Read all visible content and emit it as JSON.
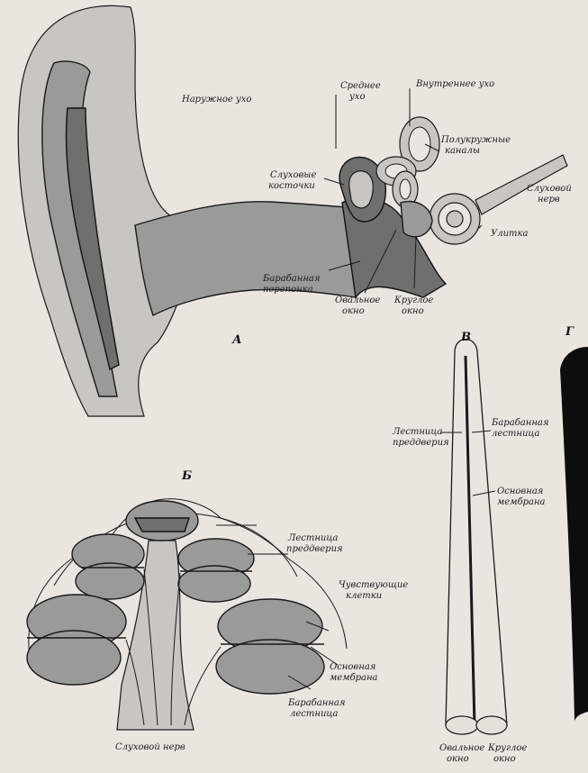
{
  "panel_a": {
    "letter": "А",
    "labels": {
      "outer_ear": "Наружное ухо",
      "middle_ear": [
        "Среднее",
        "ухо"
      ],
      "inner_ear": "Внутреннее ухо",
      "semicircular_canals": [
        "Полукружные",
        "каналы"
      ],
      "ossicles": [
        "Слуховые",
        "косточки"
      ],
      "auditory_nerve": [
        "Слуховой",
        "нерв"
      ],
      "cochlea": "Улитка",
      "eardrum": [
        "Барабанная",
        "перепонка"
      ],
      "oval_window": [
        "Овальное",
        "окно"
      ],
      "round_window": [
        "Круглое",
        "окно"
      ]
    }
  },
  "panel_b": {
    "letter": "Б",
    "labels": {
      "scala_vestibuli": [
        "Лестница",
        "преддверия"
      ],
      "hair_cells": [
        "Чувствующие",
        "клетки"
      ],
      "basilar_membrane": [
        "Основная",
        "мембрана"
      ],
      "scala_tympani": [
        "Барабанная",
        "лестница"
      ],
      "auditory_nerve": "Слуховой нерв"
    }
  },
  "panel_v": {
    "letter": "В",
    "labels": {
      "scala_vestibuli": [
        "Лестница",
        "преддверия"
      ],
      "scala_tympani": [
        "Барабанная",
        "лестница"
      ],
      "basilar_membrane": [
        "Основная",
        "мембрана"
      ],
      "oval_window": [
        "Овальное",
        "окно"
      ],
      "round_window": [
        "Круглое",
        "окно"
      ]
    }
  },
  "panel_g": {
    "letter": "Г"
  }
}
